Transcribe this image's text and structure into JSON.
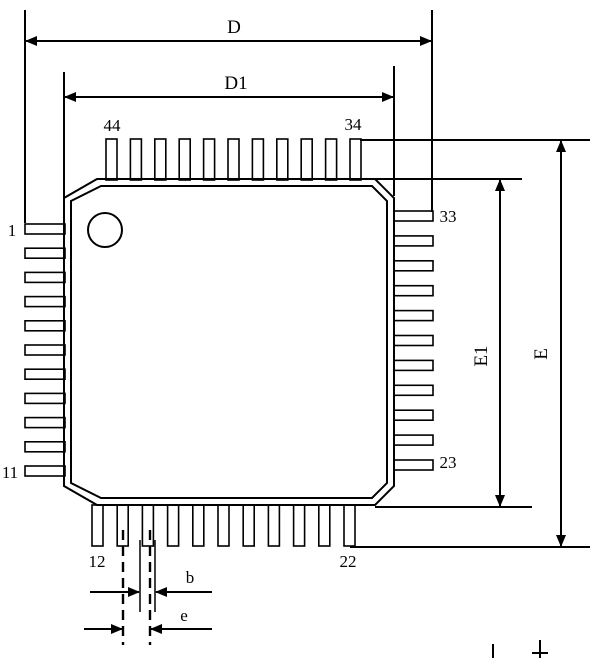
{
  "labels": {
    "D": "D",
    "D1": "D1",
    "E": "E",
    "E1": "E1",
    "b": "b",
    "e": "e",
    "pin1": "1",
    "pin11": "11",
    "pin12": "12",
    "pin22": "22",
    "pin23": "23",
    "pin33": "33",
    "pin34": "34",
    "pin44": "44"
  },
  "pins_per_side": 11
}
